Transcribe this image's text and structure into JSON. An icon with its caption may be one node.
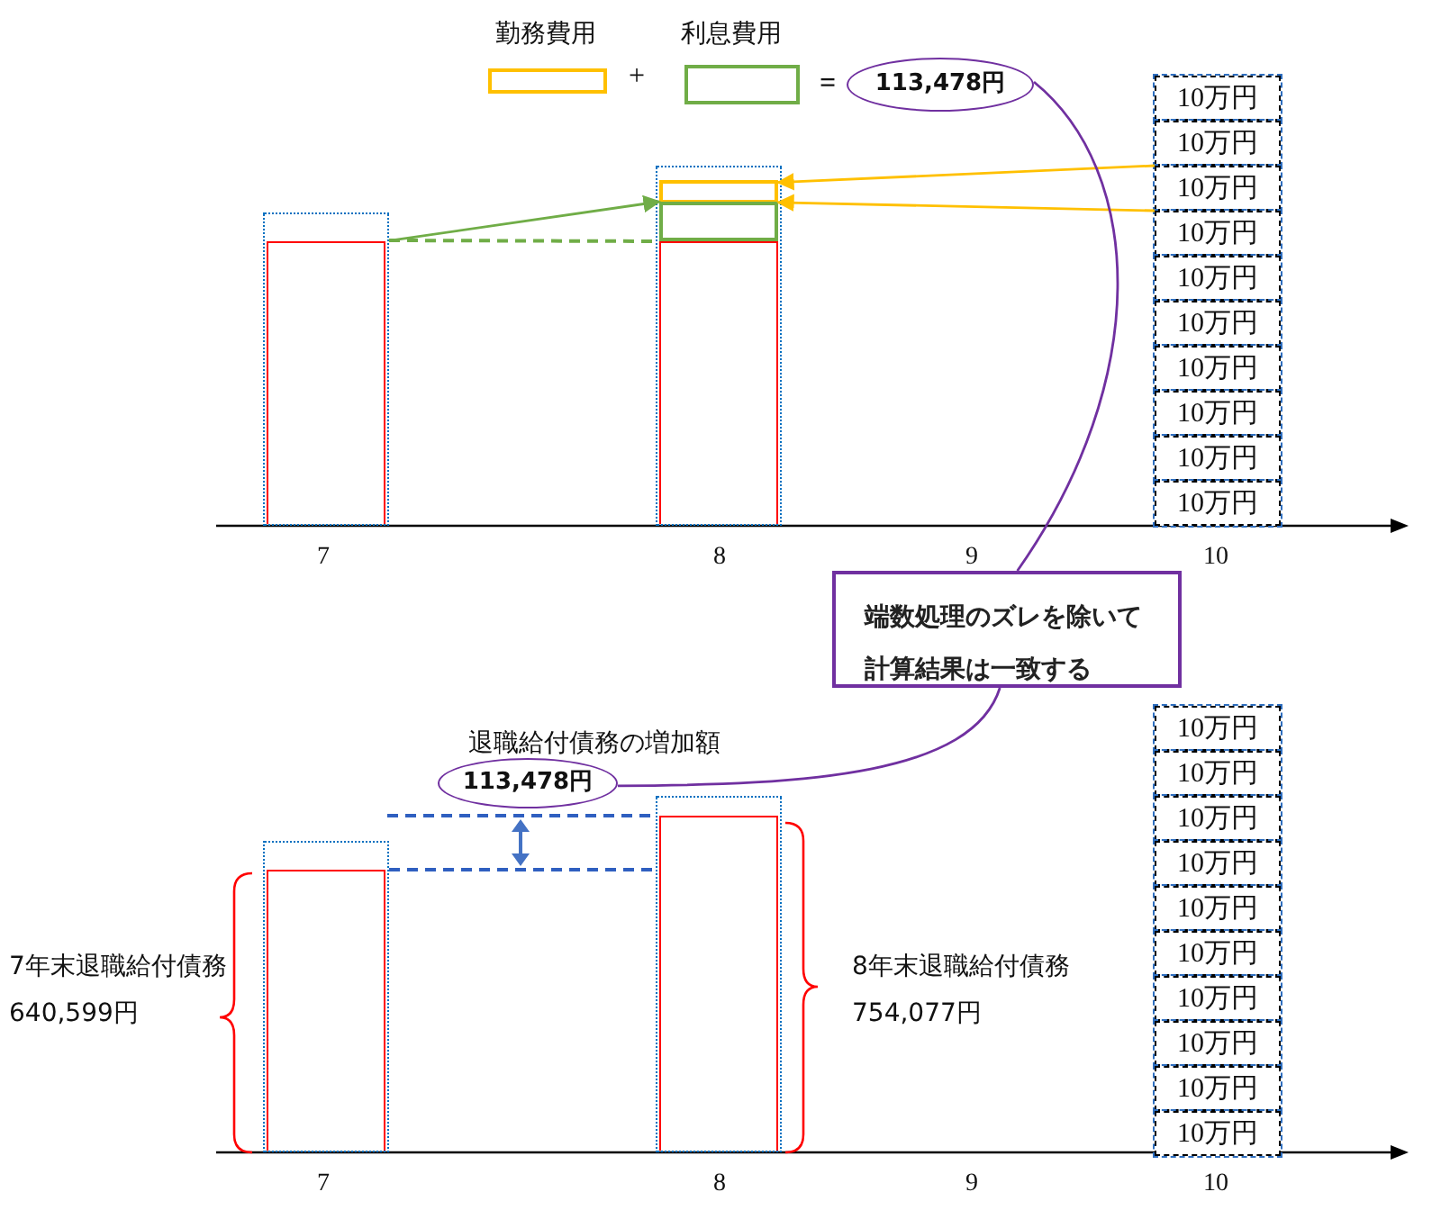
{
  "diagram": {
    "nodes": [
      {
        "text": [],
        "shape": "box",
        "beside": [
          "勤務費用"
        ]
      },
      {
        "text": [],
        "shape": "box",
        "beside": [
          "利息費用"
        ]
      },
      {
        "text": [
          "113,478円"
        ]
      },
      {
        "text": [],
        "shape": "bar"
      },
      {
        "text": [],
        "shape": "bar"
      },
      {
        "text": [],
        "shape": "box",
        "in": 4
      },
      {
        "text": [],
        "shape": "box",
        "in": 4
      },
      {
        "text": [
          "10万円"
        ]
      },
      {
        "text": [
          "10万円"
        ]
      },
      {
        "text": [
          "10万円"
        ]
      },
      {
        "text": [
          "10万円"
        ]
      },
      {
        "text": [
          "10万円"
        ]
      },
      {
        "text": [
          "10万円"
        ]
      },
      {
        "text": [
          "10万円"
        ]
      },
      {
        "text": [
          "10万円"
        ]
      },
      {
        "text": [
          "10万円"
        ]
      },
      {
        "text": [
          "10万円"
        ]
      },
      {
        "text": [
          "端数処理のズレを除いて計算結果は一致する"
        ]
      },
      {
        "text": [
          "113,478円"
        ],
        "beside": [
          "退職給付債務の増加額"
        ]
      },
      {
        "text": [],
        "shape": "bar"
      },
      {
        "text": [],
        "shape": "bar"
      },
      {
        "text": [
          "10万円"
        ]
      },
      {
        "text": [
          "10万円"
        ]
      },
      {
        "text": [
          "10万円"
        ]
      },
      {
        "text": [
          "10万円"
        ]
      },
      {
        "text": [
          "10万円"
        ]
      },
      {
        "text": [
          "10万円"
        ]
      },
      {
        "text": [
          "10万円"
        ]
      },
      {
        "text": [
          "10万円"
        ]
      },
      {
        "text": [
          "10万円"
        ]
      },
      {
        "text": [
          "10万円"
        ]
      }
    ],
    "edges": [
      {
        "from": 3,
        "to": 6,
        "arrow": "to",
        "color": "#70ad47"
      },
      {
        "from": 9,
        "to": 5,
        "arrow": "to",
        "color": "#ffc000"
      },
      {
        "from": 10,
        "to": 6,
        "arrow": "to",
        "color": "#ffc000"
      },
      {
        "from": 2,
        "to": 17,
        "arrow": "none",
        "color": "#7030a0"
      },
      {
        "from": 17,
        "to": 18,
        "arrow": "none",
        "color": "#7030a0"
      },
      {
        "from": 3,
        "to": 6,
        "arrow": "none",
        "style": "dashed",
        "color": "#70ad47"
      },
      {
        "from": null,
        "to": 20,
        "arrow": "none",
        "style": "dashed",
        "color": "#2f5fc0"
      },
      {
        "from": 19,
        "to": 20,
        "arrow": "none",
        "style": "dashed",
        "color": "#2f5fc0"
      }
    ],
    "labels": [
      "+",
      "=",
      "7",
      "8",
      "9",
      "10",
      "7年末退職給付債務",
      "640,599円",
      "8年末退職給付債務",
      "754,077円",
      "7",
      "8",
      "9",
      "10"
    ]
  }
}
